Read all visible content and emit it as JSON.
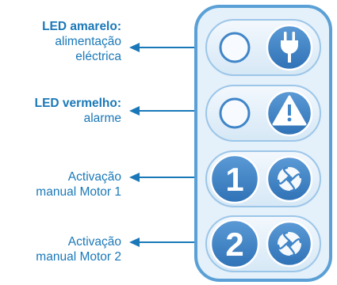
{
  "colors": {
    "label_blue": "#1a78b8",
    "panel_outline": "#5aa0d6",
    "panel_fill": "#e4f0fa",
    "button_fill": "#3f85c8",
    "led_ring": "#3f85c8"
  },
  "labels": [
    {
      "title": "LED amarelo:",
      "lines": [
        "alimentação",
        "eléctrica"
      ]
    },
    {
      "title": "LED vermelho:",
      "lines": [
        "alarme"
      ]
    },
    {
      "title": "",
      "lines": [
        "Activação",
        "manual Motor 1"
      ]
    },
    {
      "title": "",
      "lines": [
        "Activação",
        "manual Motor 2"
      ]
    }
  ],
  "panel_rows": [
    {
      "left": "led-indicator",
      "right_icon": "power-plug-icon"
    },
    {
      "left": "led-indicator",
      "right_icon": "warning-triangle-icon"
    },
    {
      "left_text": "1",
      "right_icon": "fan-icon"
    },
    {
      "left_text": "2",
      "right_icon": "fan-icon"
    }
  ]
}
